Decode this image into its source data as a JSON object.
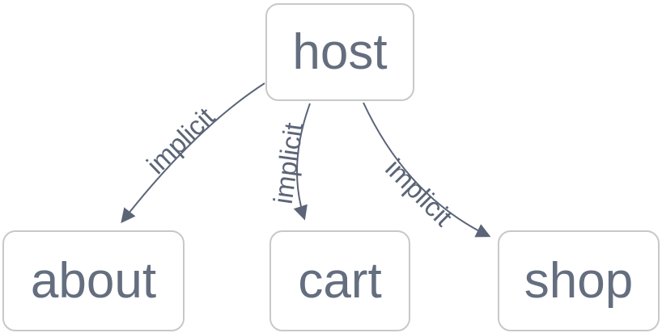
{
  "diagram": {
    "type": "network-graph",
    "nodes": [
      {
        "id": "host",
        "label": "host"
      },
      {
        "id": "about",
        "label": "about"
      },
      {
        "id": "cart",
        "label": "cart"
      },
      {
        "id": "shop",
        "label": "shop"
      }
    ],
    "edges": [
      {
        "from": "host",
        "to": "about",
        "label": "implicit",
        "direction": "arrow-to-target"
      },
      {
        "from": "host",
        "to": "cart",
        "label": "implicit",
        "direction": "arrow-to-target"
      },
      {
        "from": "host",
        "to": "shop",
        "label": "implicit",
        "direction": "arrow-to-target"
      }
    ],
    "colors": {
      "canvas_bg": "#ffffff",
      "node_bg": "#ffffff",
      "node_border": "#c8c8c8",
      "node_text": "#646e7f",
      "edge": "#5b6577",
      "edge_label": "#5b6577"
    }
  }
}
